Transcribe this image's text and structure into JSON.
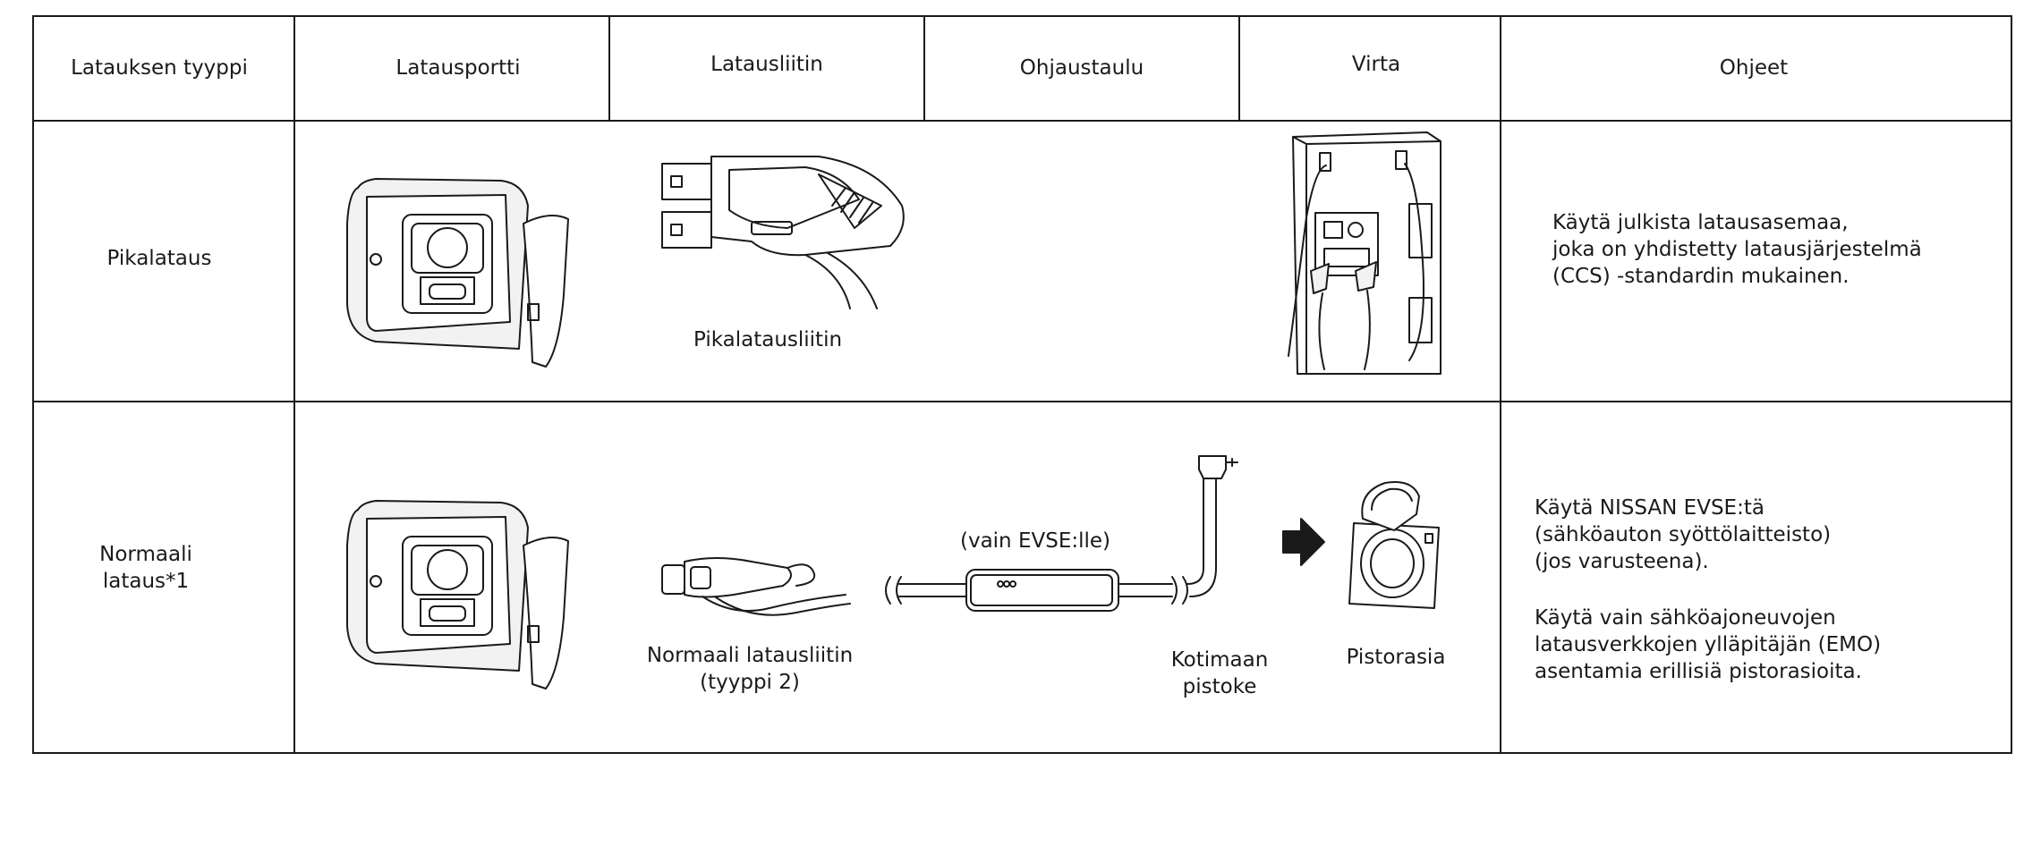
{
  "table": {
    "headers": {
      "type": "Latauksen tyyppi",
      "port": "Latausportti",
      "connector": "Latausliitin",
      "control_panel": "Ohjaustaulu",
      "power": "Virta",
      "instructions": "Ohjeet"
    },
    "rows": [
      {
        "type": "Pikalataus",
        "connector_label": "Pikalatausliitin",
        "instructions": [
          "Käytä julkista latausasemaa,",
          "joka on yhdistetty latausjärjestelmä",
          "(CCS) -standardin mukainen."
        ]
      },
      {
        "type_lines": [
          "Normaali",
          "lataus*1"
        ],
        "connector_label_lines": [
          "Normaali latausliitin",
          "(tyyppi 2)"
        ],
        "control_box_label": "(vain EVSE:lle)",
        "home_plug_lines": [
          "Kotimaan",
          "pistoke"
        ],
        "socket_label": "Pistorasia",
        "instructions_a": [
          "Käytä NISSAN EVSE:tä",
          "(sähköauton syöttölaitteisto)",
          "(jos varusteena)."
        ],
        "instructions_b": [
          "Käytä vain sähköajoneuvojen",
          "latausverkkojen ylläpitäjän (EMO)",
          "asentamia erillisiä pistorasioita."
        ]
      }
    ]
  },
  "icons": {
    "charge_port": "charge-port-icon",
    "fast_connector": "ccs-connector-icon",
    "charging_station": "charging-station-icon",
    "type2_connector": "type2-connector-icon",
    "evse_cable": "evse-cable-icon",
    "arrow": "arrow-right-icon",
    "socket": "wall-socket-icon"
  }
}
